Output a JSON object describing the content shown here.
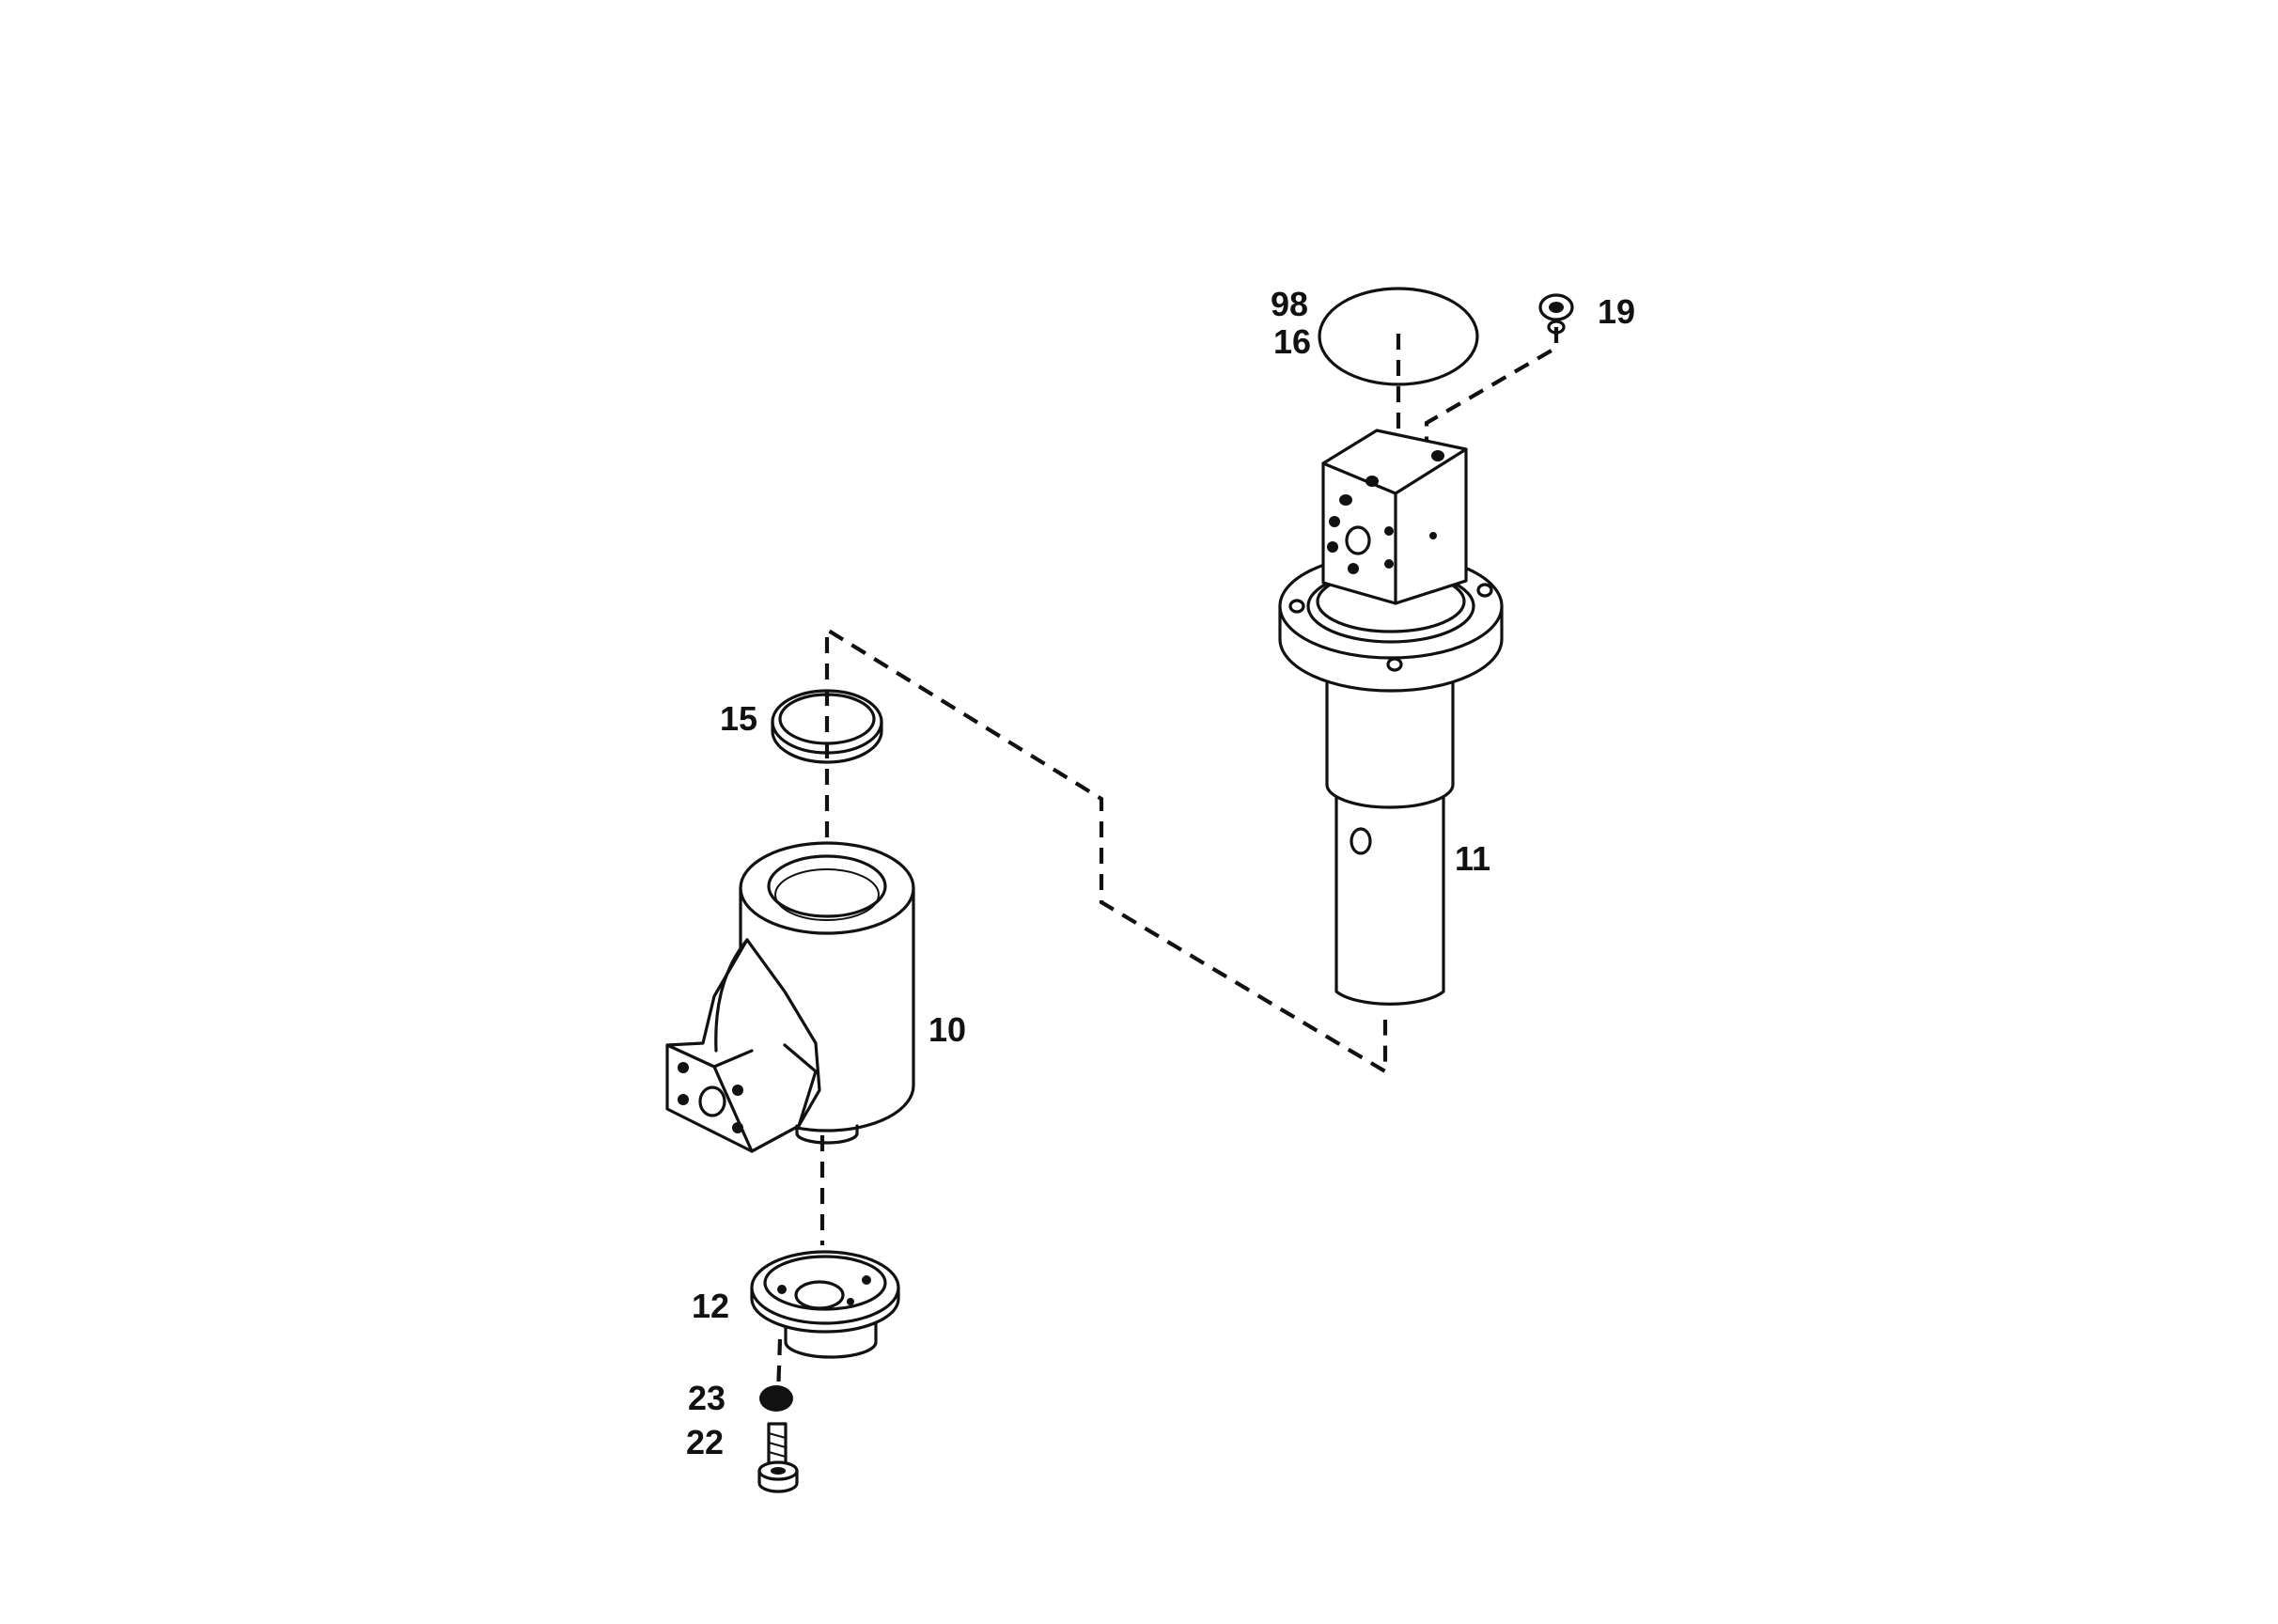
{
  "callouts": {
    "c98": "98",
    "c16": "16",
    "c19": "19",
    "c15": "15",
    "c11": "11",
    "c10": "10",
    "c12": "12",
    "c23": "23",
    "c22": "22"
  },
  "parts": [
    {
      "ref": "10",
      "icon": "housing-icon"
    },
    {
      "ref": "11",
      "icon": "rotary-shaft-icon"
    },
    {
      "ref": "12",
      "icon": "cover-flange-icon"
    },
    {
      "ref": "15",
      "icon": "seal-ring-icon"
    },
    {
      "ref": "16",
      "icon": "gasket-ring-icon"
    },
    {
      "ref": "19",
      "icon": "plug-icon"
    },
    {
      "ref": "22",
      "icon": "bolt-icon"
    },
    {
      "ref": "23",
      "icon": "washer-icon"
    },
    {
      "ref": "98",
      "icon": "gasket-ring-icon"
    }
  ],
  "colors": {
    "ink": "#111111",
    "background": "#ffffff"
  }
}
